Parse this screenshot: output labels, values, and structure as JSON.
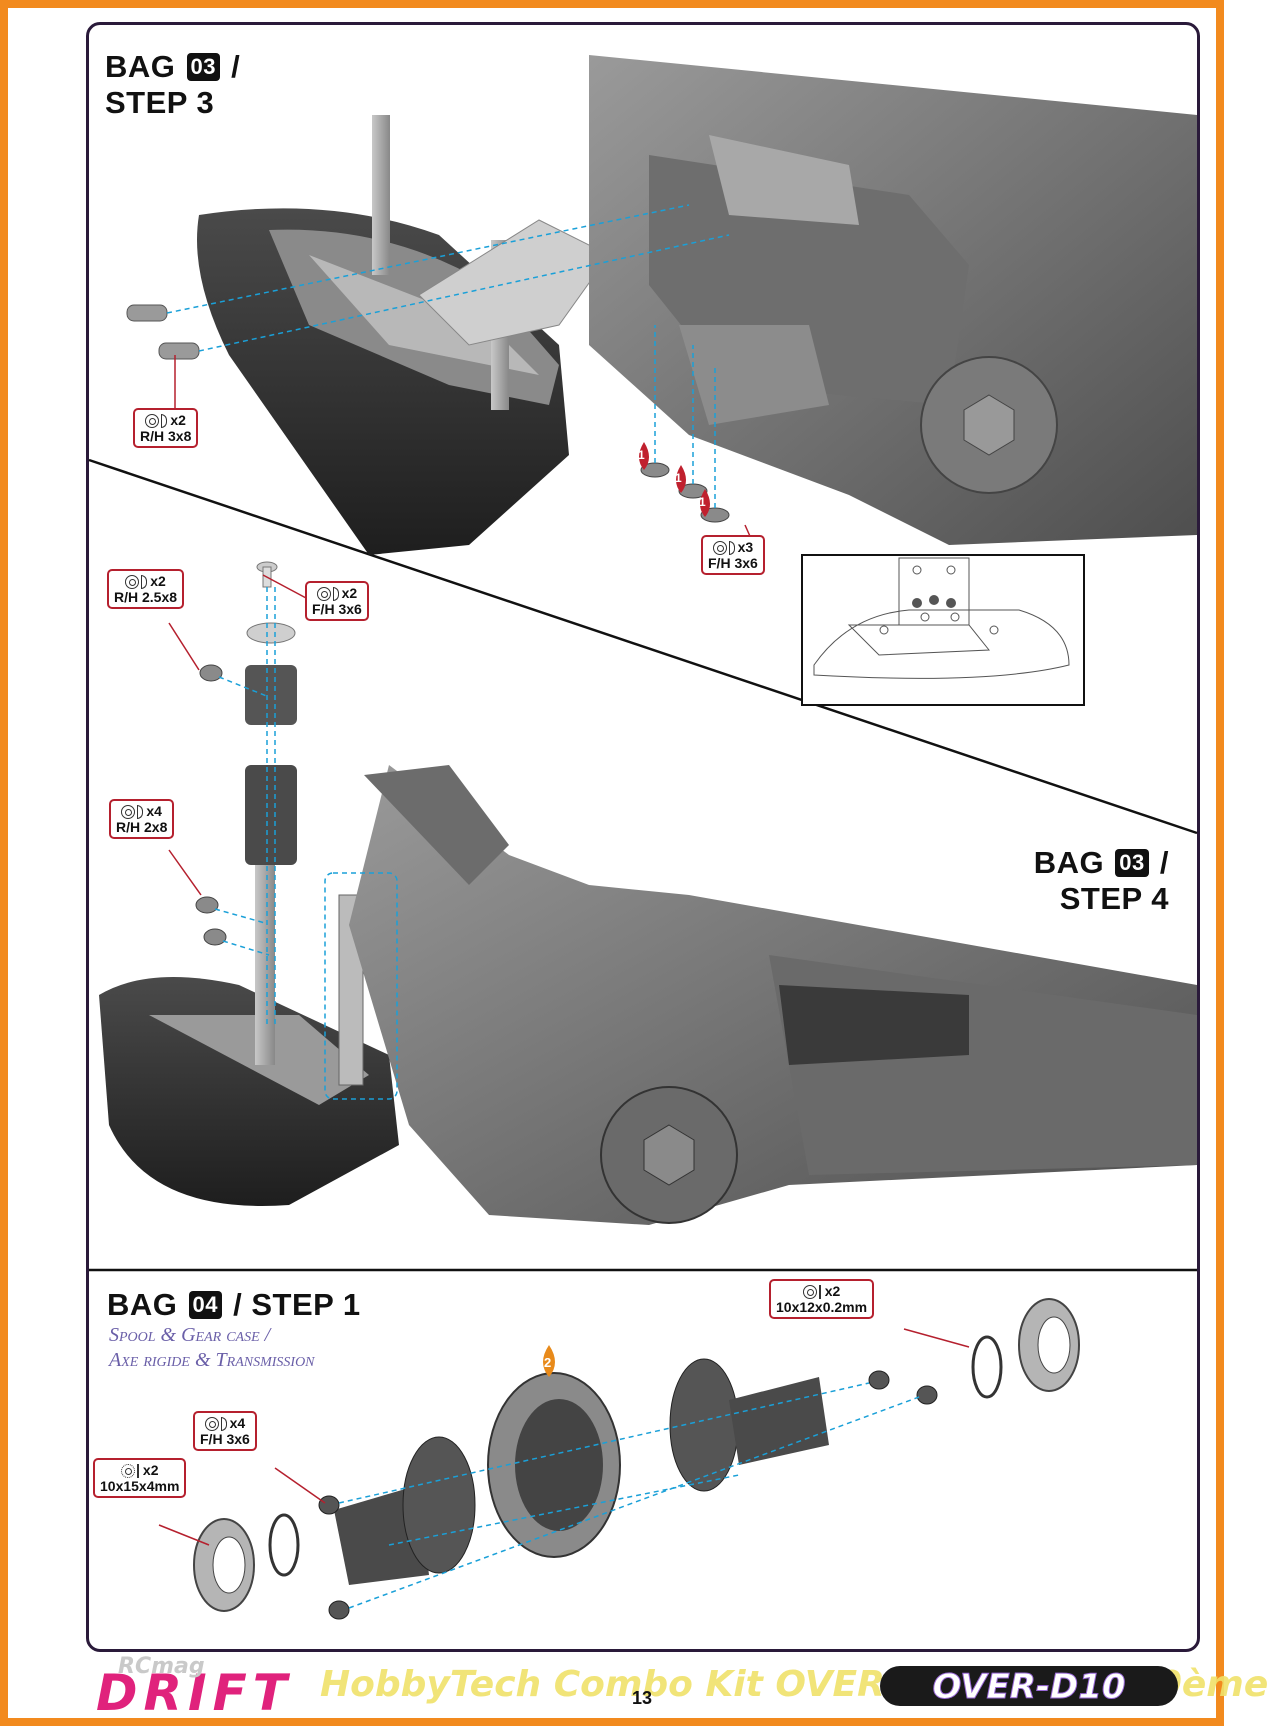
{
  "steps": {
    "step1": {
      "bag_label": "BAG",
      "bag_num": "03",
      "slash": "/",
      "step": "STEP 3"
    },
    "step2": {
      "bag_label": "BAG",
      "bag_num": "03",
      "slash": "/",
      "step": "STEP 4"
    },
    "step3": {
      "bag_label": "BAG",
      "bag_num": "04",
      "step": "/ STEP 1",
      "subtitle_en": "Spool & Gear case /",
      "subtitle_fr": "Axe rigide & Transmission"
    }
  },
  "hardware": {
    "rh3x8": {
      "qty": "x2",
      "size": "R/H 3x8"
    },
    "fh3x6_a": {
      "qty": "x3",
      "size": "F/H 3x6"
    },
    "rh25x8": {
      "qty": "x2",
      "size": "R/H 2.5x8"
    },
    "fh3x6_b": {
      "qty": "x2",
      "size": "F/H 3x6"
    },
    "rh2x8": {
      "qty": "x4",
      "size": "R/H 2x8"
    },
    "shim": {
      "qty": "x2",
      "size": "10x12x0.2mm"
    },
    "fh3x6_c": {
      "qty": "x4",
      "size": "F/H 3x6"
    },
    "bearing": {
      "qty": "x2",
      "size": "10x15x4mm"
    }
  },
  "markers": {
    "one": "1",
    "two": "2"
  },
  "footer": {
    "drift": "DRIFT",
    "watermark": "HobbyTech Combo Kit OVER-D10 drift 1/10ème",
    "rcmag": "RCmag",
    "page": "13",
    "logo": "OVER-D10"
  },
  "colors": {
    "border": "#f28a1e",
    "hw_box": "#b5202e",
    "guide": "#1aa0d8",
    "drift": "#e0227c",
    "subtitle": "#6a5fa8"
  }
}
